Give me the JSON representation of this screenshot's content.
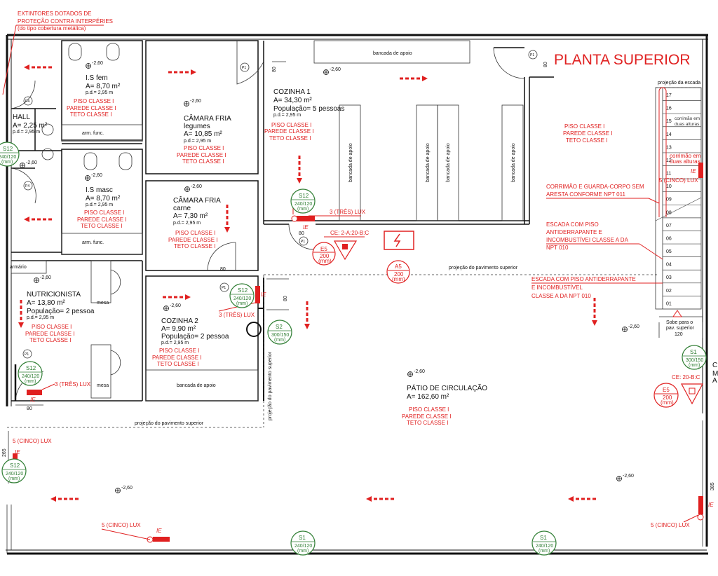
{
  "title": "PLANTA SUPERIOR",
  "note_extintores": [
    "EXTINTORES DOTADOS DE",
    "PROTEÇÃO CONTRA INTERPÉRIES",
    "(do tipo cobertura metálica)"
  ],
  "fire_class_lines": [
    "PISO CLASSE I",
    "PAREDE CLASSE I",
    "TETO CLASSE I"
  ],
  "rooms": [
    {
      "id": "is-fem",
      "name": "I.S fem",
      "area": "A= 8,70 m²",
      "pd": "p.d.= 2,95 m"
    },
    {
      "id": "hall",
      "name": "HALL",
      "area": "A= 2,25 m²",
      "pd": "p.d.= 2,95 m"
    },
    {
      "id": "is-masc",
      "name": "I.S masc",
      "area": "A= 8,70 m²",
      "pd": "p.d.= 2,95 m"
    },
    {
      "id": "nutricionista",
      "name": "NUTRICIONISTA",
      "area": "A= 13,80 m²",
      "population": "População= 2 pessoa",
      "pd": "p.d.= 2,95 m"
    },
    {
      "id": "camara-legumes",
      "name": "CÂMARA FRIA",
      "sub": "legumes",
      "area": "A= 10,85 m²",
      "pd": "p.d.= 2,95 m"
    },
    {
      "id": "camara-carne",
      "name": "CÂMARA FRIA",
      "sub": "carne",
      "area": "A= 7,30 m²",
      "pd": "p.d.= 2,95 m"
    },
    {
      "id": "cozinha2",
      "name": "COZINHA 2",
      "area": "A= 9,90 m²",
      "population": "População= 2 pessoa",
      "pd": "p.d.= 2,95 m"
    },
    {
      "id": "cozinha1",
      "name": "COZINHA 1",
      "area": "A= 34,30 m²",
      "population": "População= 5 pessoas",
      "pd": "p.d.= 2,95 m"
    },
    {
      "id": "patio",
      "name": "PÁTIO DE CIRCULAÇÃO",
      "area": "A= 162,60 m²"
    }
  ],
  "labels": {
    "bancada": "bancada de apoio",
    "arm_func": "arm. func.",
    "armario": "armário",
    "mesa": "mesa",
    "level": "-2,60",
    "projecao_pav": "projeção do pavimento superior",
    "projecao_escada": "projeção da escada",
    "corrimao_duas": [
      "corrimão em",
      "duas alturas"
    ],
    "sobe": [
      "Sobe para o",
      "pav. superior"
    ],
    "stair_width": "120",
    "note_corrimao": [
      "CORRIMÃO E GUARDA-CORPO SEM",
      "ARESTA CONFORME NPT 011"
    ],
    "note_escada1": [
      "ESCADA COM PISO",
      "ANTIDERRAPANTE E",
      "INCOMBUSTÍVEI CLASSE A DA",
      "NPT 010"
    ],
    "note_escada2": [
      "ESCADA COM PISO ANTIDERRAPANTE",
      "E INCOMBUSTÍVEL",
      "CLASSE A DA NPT 010"
    ],
    "lux3": "3 (TRÊS) LUX",
    "lux5": "5 (CINCO) LUX",
    "ie": "IE",
    "ce1": "CE: 2-A:20-B:C",
    "ce2": "CE: 20-B:C",
    "door80": "80",
    "dim265": "265",
    "dim385": "385",
    "p1": "P1",
    "p4": "P4",
    "partial_right": [
      "C",
      "M",
      "A"
    ]
  },
  "stair_steps": [
    "17",
    "16",
    "15",
    "14",
    "13",
    "12",
    "11",
    "10",
    "09",
    "08",
    "07",
    "06",
    "05",
    "04",
    "03",
    "02",
    "01"
  ],
  "signs": [
    {
      "code": "S12",
      "size": "240/120",
      "unit": "(mm)"
    },
    {
      "code": "S2",
      "size": "300/150",
      "unit": "(mm)"
    },
    {
      "code": "S1",
      "size": "300/150",
      "unit": "(mm)"
    },
    {
      "code": "S1",
      "size": "240/120",
      "unit": "(mm)"
    },
    {
      "code": "E5",
      "size": "200",
      "unit": "(mm)"
    },
    {
      "code": "A5",
      "size": "200",
      "unit": "(mm)"
    }
  ],
  "colors": {
    "accent_red": "#e02020",
    "sign_green": "#2e7d32",
    "wall": "#111111"
  }
}
